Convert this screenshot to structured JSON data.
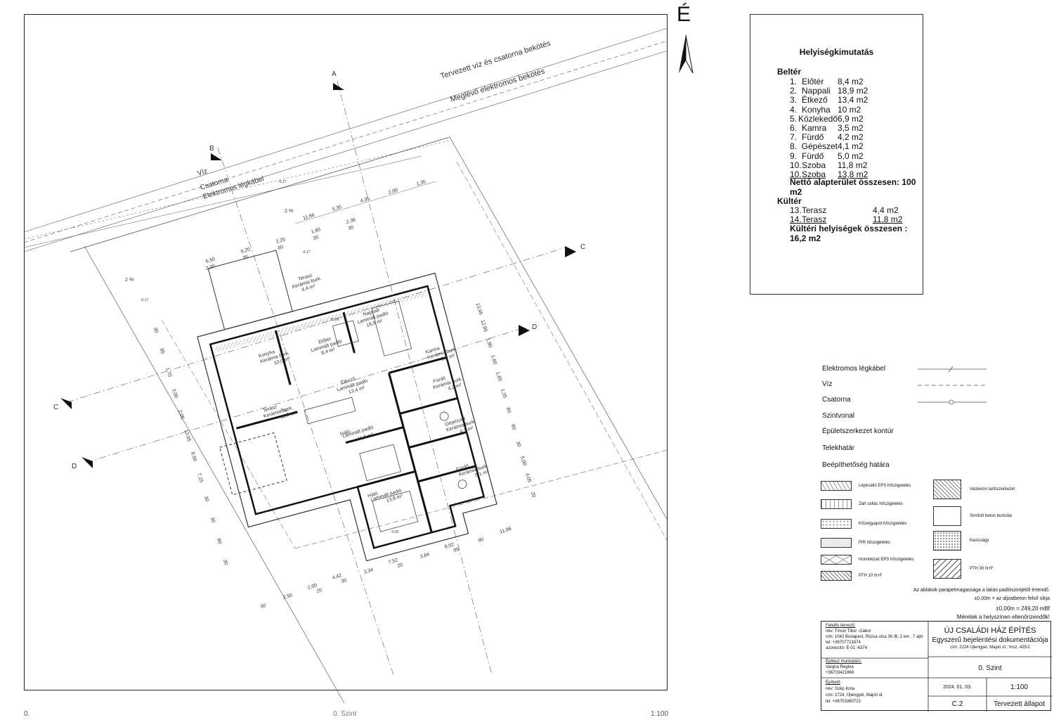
{
  "north": "É",
  "schedule": {
    "title": "Helyiségkimutatás",
    "inside_head": "Beltér",
    "rooms": [
      {
        "no": "1.",
        "name": "Előtér",
        "area": "8,4 m2"
      },
      {
        "no": "2.",
        "name": "Nappali",
        "area": "18,9 m2"
      },
      {
        "no": "3.",
        "name": "Étkező",
        "area": "13,4 m2"
      },
      {
        "no": "4.",
        "name": "Konyha",
        "area": "10 m2"
      },
      {
        "no": "5.",
        "name": "Közlekedő",
        "area": "6,9 m2"
      },
      {
        "no": "6.",
        "name": "Kamra",
        "area": "3,5 m2"
      },
      {
        "no": "7.",
        "name": "Fürdő",
        "area": "4,2 m2"
      },
      {
        "no": "8.",
        "name": "Gépészet",
        "area": "4,1 m2"
      },
      {
        "no": "9.",
        "name": "Fürdő",
        "area": "5,0 m2"
      },
      {
        "no": "10.",
        "name": "Szoba",
        "area": "11,8 m2"
      },
      {
        "no": "10.",
        "name": "Szoba",
        "area": "13,8 m2"
      }
    ],
    "inside_total": "Nettó alapterület összesen: 100 m2",
    "outside_head": "Kültér",
    "outside_rooms": [
      {
        "no": "13.",
        "name": "Terasz",
        "area": "4,4 m2"
      },
      {
        "no": "14.",
        "name": "Terasz",
        "area": "11,8 m2"
      }
    ],
    "outside_total": "Kültéri helyiségek összesen : 16,2 m2"
  },
  "legend": {
    "lines": [
      "Elektromos légkábel",
      "Víz",
      "Csatorna",
      "Szintvonal",
      "Épületszerkezet kontúr",
      "Telekhatár",
      "Beépíthetőség határa"
    ],
    "hatches_left": [
      "Lépésálló EPS  hőszigetelés",
      "Zárt cellás  hőszigetelés",
      "Kőzetgyapot hőszigetelés",
      "PIR hőszigetelés",
      "Homlokzati EPS hőszigetelés",
      "PTH 10 N+F"
    ],
    "hatches_right": [
      "Vasbeton tartószerkezet",
      "Simított beton burkolat",
      "Kavicságy",
      "PTH 30 N+F"
    ]
  },
  "notes": [
    "Az ablakok parapetmagassága a lakás padlószintjétől értendő.",
    "±0,00m = az aljzatbeton felső síkja",
    "±0,00m = 249,20 mBf",
    "Méretek a helyszínen ellenőrizendők!"
  ],
  "title_block": {
    "designer_head": "Felelős tervező:",
    "designer": [
      "név: Timon Tibor -Gábor",
      "cím: 1042 Budapest, Rózsa utca 36 /B, 2 em . 7 ajtó",
      "tel: +36707721874",
      "azonosító: É-01 -6374"
    ],
    "assistant_head": "Építész munkatárs:",
    "assistant": [
      "Vargha Regina",
      "+36703421868"
    ],
    "client_head": "Építtető",
    "client": [
      "név: Szép Ilona",
      "cím: 2724, Újlengyel, Majori út",
      "tel: +36703360723"
    ],
    "project": "ÚJ CSALÁDI HÁZ ÉPÍTÉS",
    "project_sub": "Egyszerű bejelentési dokumentációja",
    "project_addr": "cím: 2224 Újlengyel, Majori út ; hrsz. 425/1",
    "sheet_name": "0. Szint",
    "date": "2024. 01. 03.",
    "scale": "1:100",
    "sheet_no": "C.2",
    "state": "Tervezett állapot"
  },
  "footer": {
    "left": "0.",
    "mid": "0. Szint",
    "right": "1:100"
  },
  "plan": {
    "annotations": [
      "Tervezett víz és csatorna bekötés",
      "Meglévő elektromos bekötés",
      "Víz",
      "Csatorna",
      "Elektromos légkábel"
    ],
    "section_marks": [
      "A",
      "B",
      "C",
      "C",
      "D",
      "D"
    ],
    "rooms": [
      {
        "name": "Terasz",
        "finish": "Kerámia burk.",
        "area": "4,4 m²"
      },
      {
        "name": "Nappali",
        "finish": "Laminált padló",
        "area": "18,9 m²"
      },
      {
        "name": "Előtér",
        "finish": "Laminált padló",
        "area": "8,4 m²"
      },
      {
        "name": "Konyha",
        "finish": "Kerámia burk.",
        "area": "10,0 m²"
      },
      {
        "name": "Étkező",
        "finish": "Laminált padló",
        "area": "13,4 m²"
      },
      {
        "name": "Kamra",
        "finish": "Kerámia burk.",
        "area": "3,5 m²"
      },
      {
        "name": "Fürdő",
        "finish": "Kerámia burk.",
        "area": "4,2 m²"
      },
      {
        "name": "Terasz",
        "finish": "Kerámia burk.",
        "area": "11,8 m²"
      },
      {
        "name": "Háló",
        "finish": "Laminált padló",
        "area": "11,8 m²"
      },
      {
        "name": "Gépészet",
        "finish": "Kerámia burk.",
        "area": "4,1 m²"
      },
      {
        "name": "Fürdő",
        "finish": "Kerámia burk.",
        "area": "5,1 m²"
      },
      {
        "name": "Háló",
        "finish": "Laminált padló",
        "area": "13,8 m²"
      }
    ],
    "dims_top": [
      "11,86",
      "5,35",
      "4,35",
      "2,00",
      "1,35",
      "6,50",
      "6,20",
      "2,25",
      "1,60",
      "2,36",
      "2,20",
      "30",
      "60",
      "30",
      "30"
    ],
    "dims_bottom": [
      "4,42",
      "7,52",
      "8,02",
      "11,86",
      "2,00",
      "3,34",
      "3,84",
      "90",
      "2,50",
      "30",
      "20",
      "95",
      "30",
      "20"
    ],
    "dims_left": [
      "30",
      "85",
      "1,70",
      "3,00",
      "2,05",
      "13,95",
      "8,50",
      "7,15",
      "30",
      "30",
      "90",
      "30"
    ],
    "dims_right": [
      "13,95",
      "12,95",
      "1,90",
      "1,60",
      "1,65",
      "1,35",
      "60",
      "60",
      "30",
      "5,00",
      "4,05",
      "20"
    ],
    "levels": [
      "-0,17",
      "-0,17",
      "-0,17",
      "-0,02",
      "-0,02",
      "±0,00"
    ],
    "slope": [
      "2 %",
      "2 %"
    ]
  }
}
